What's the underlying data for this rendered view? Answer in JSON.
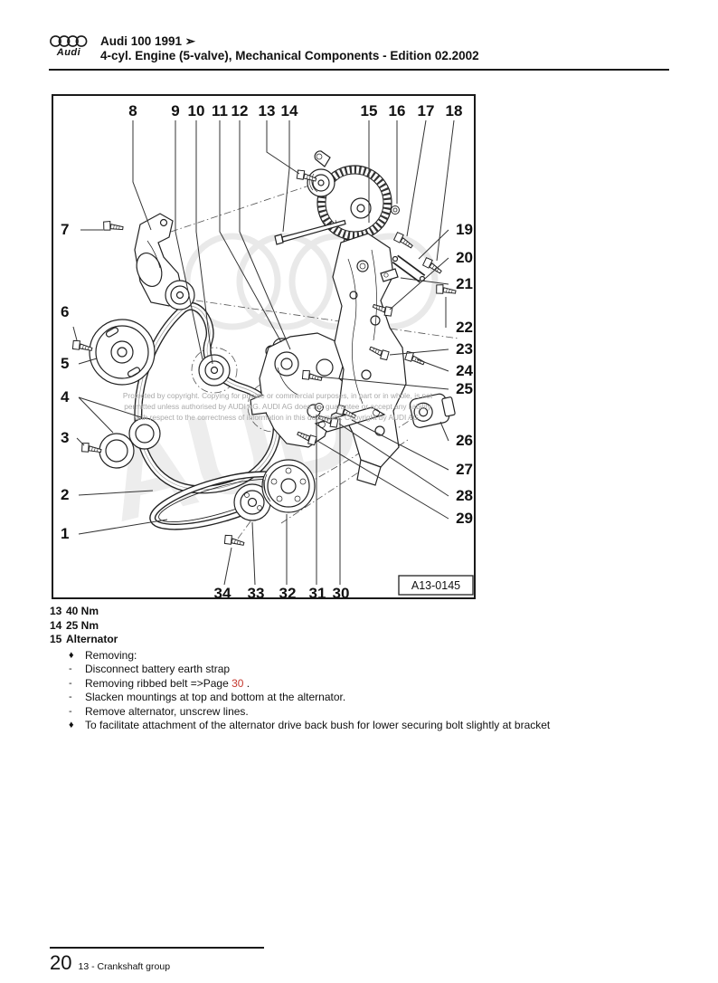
{
  "header": {
    "logo_text": "Audi",
    "title_line1": "Audi 100 1991 ➢",
    "title_line2": "4-cyl. Engine (5-valve), Mechanical Components - Edition 02.2002"
  },
  "diagram": {
    "figure_label": "A13-0145",
    "callouts": {
      "top": [
        "8",
        "9",
        "10",
        "11",
        "12",
        "13",
        "14",
        "15",
        "16",
        "17",
        "18"
      ],
      "right": [
        "19",
        "20",
        "21",
        "22",
        "23",
        "24",
        "25",
        "26",
        "27",
        "28",
        "29"
      ],
      "left": [
        "7",
        "6",
        "5",
        "4",
        "3",
        "2",
        "1"
      ],
      "bottom": [
        "34",
        "33",
        "32",
        "31",
        "30"
      ]
    },
    "watermark": {
      "ghost_text": "AUDI",
      "copyright_line1": "Protected by copyright. Copying for private or commercial purposes, in part or in whole, is not",
      "copyright_line2": "permitted unless authorised by AUDI AG. AUDI AG does not guarantee or accept any liability",
      "copyright_line3": "with respect to the correctness of information in this document. Copyright by AUDI AG."
    }
  },
  "notes": {
    "torque": [
      {
        "num": "13",
        "value": "40 Nm"
      },
      {
        "num": "14",
        "value": "25 Nm"
      },
      {
        "num": "15",
        "value": "Alternator"
      }
    ],
    "bullets": [
      {
        "marker": "♦",
        "pre": "Removing:"
      },
      {
        "marker": "-",
        "pre": "Disconnect battery earth strap"
      },
      {
        "marker": "-",
        "pre": "Removing ribbed belt =>Page ",
        "link": "30",
        "post": " ."
      },
      {
        "marker": "-",
        "pre": "Slacken mountings at top and bottom at the alternator."
      },
      {
        "marker": "-",
        "pre": "Remove alternator, unscrew lines."
      },
      {
        "marker": "♦",
        "pre": "To facilitate attachment of the alternator drive back bush for lower securing bolt slightly at bracket"
      }
    ]
  },
  "footer": {
    "page_number": "20",
    "group_label": "13 - Crankshaft group"
  },
  "colors": {
    "link_red": "#c4382e",
    "ink": "#1a1a1a",
    "watermark_gray": "#a9a9a9",
    "ghost_gray": "#ededed"
  }
}
